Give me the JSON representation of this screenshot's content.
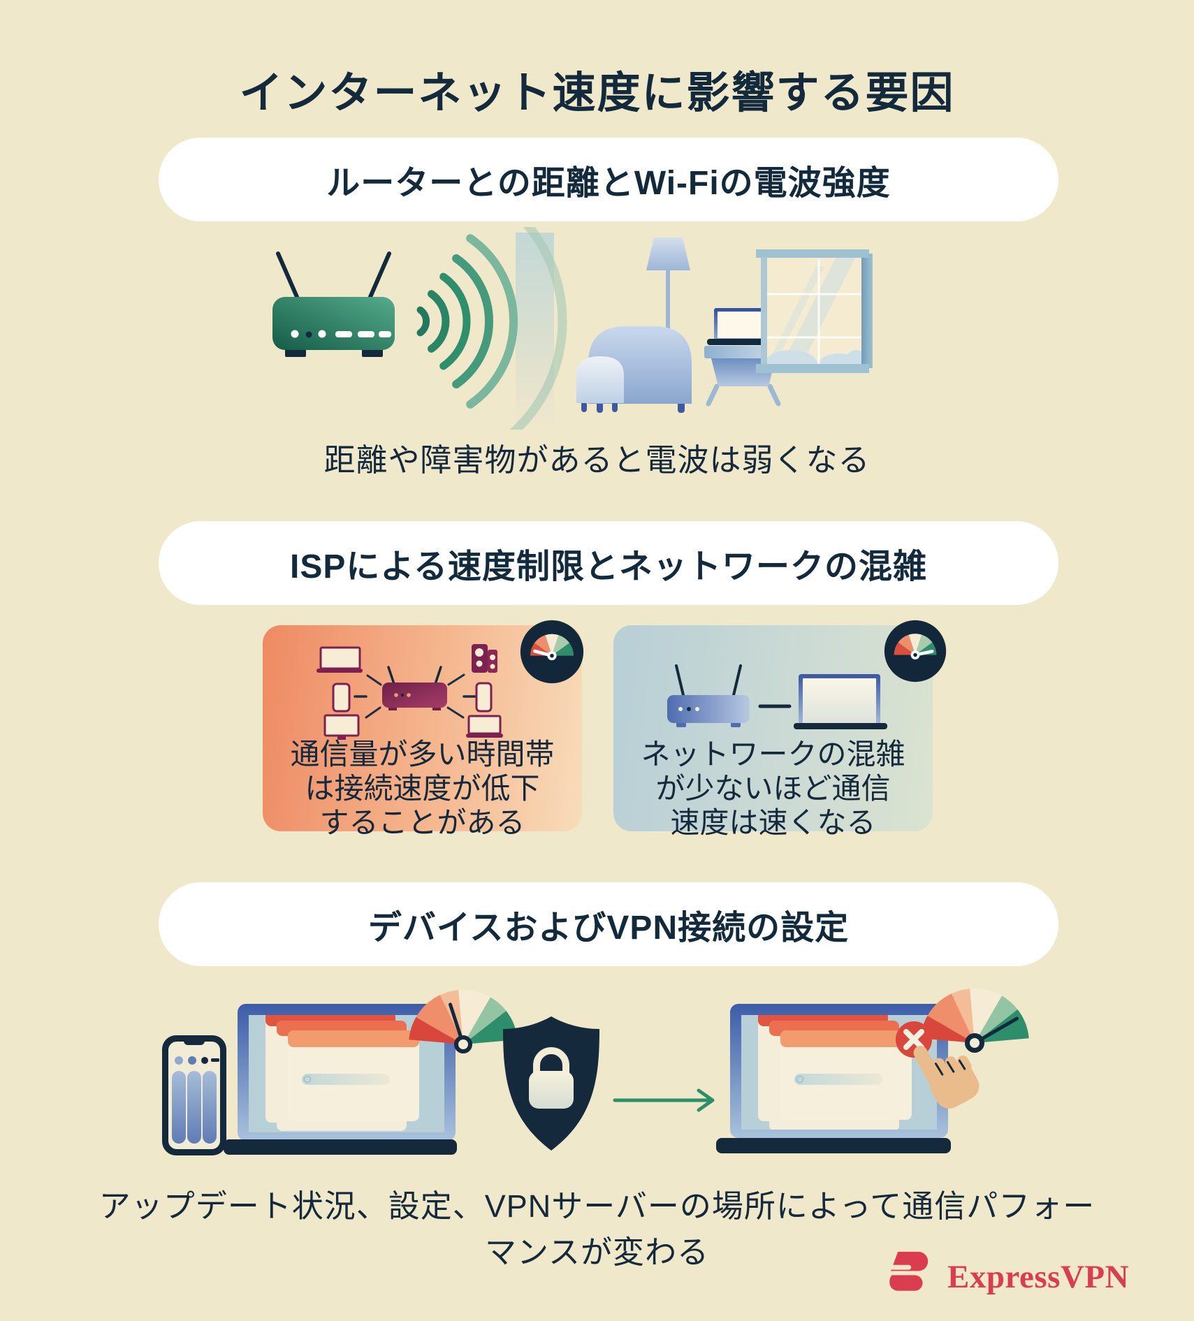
{
  "page": {
    "title": "インターネット速度に影響する要因"
  },
  "sections": [
    {
      "id": "wifi-distance",
      "heading": "ルーターとの距離とWi-Fiの電波強度",
      "caption": "距離や障害物があると電波は弱くなる"
    },
    {
      "id": "isp-congestion",
      "heading": "ISPによる速度制限とネットワークの混雑",
      "cards": [
        {
          "text_lines": [
            "通信量が多い時間帯",
            "は接続速度が低下",
            "することがある"
          ],
          "speedometer": "slow"
        },
        {
          "text_lines": [
            "ネットワークの混雑",
            "が少ないほど通信",
            "速度は速くなる"
          ],
          "speedometer": "fast"
        }
      ]
    },
    {
      "id": "device-vpn",
      "heading": "デバイスおよびVPN接続の設定",
      "caption_lines": [
        "アップデート状況、設定、VPNサーバーの場所によって通信パフォー",
        "マンスが変わる"
      ]
    }
  ],
  "footer": {
    "brand": "ExpressVPN"
  },
  "colors": {
    "background": "#f0e8cb",
    "ink": "#15293c",
    "pill_bg": "#ffffff",
    "accent_green": "#2e8e6c",
    "router_teal": "#1b6a52",
    "maroon": "#7d2150",
    "gauge_red": "#d9473c",
    "gauge_salmon": "#ef8e6a",
    "warm_card_gradient": [
      "#ee8a63",
      "#f8dcba"
    ],
    "cool_card_gradient": [
      "#b7cfd6",
      "#dbe3d0"
    ],
    "brand_red": "#da3e4e"
  }
}
